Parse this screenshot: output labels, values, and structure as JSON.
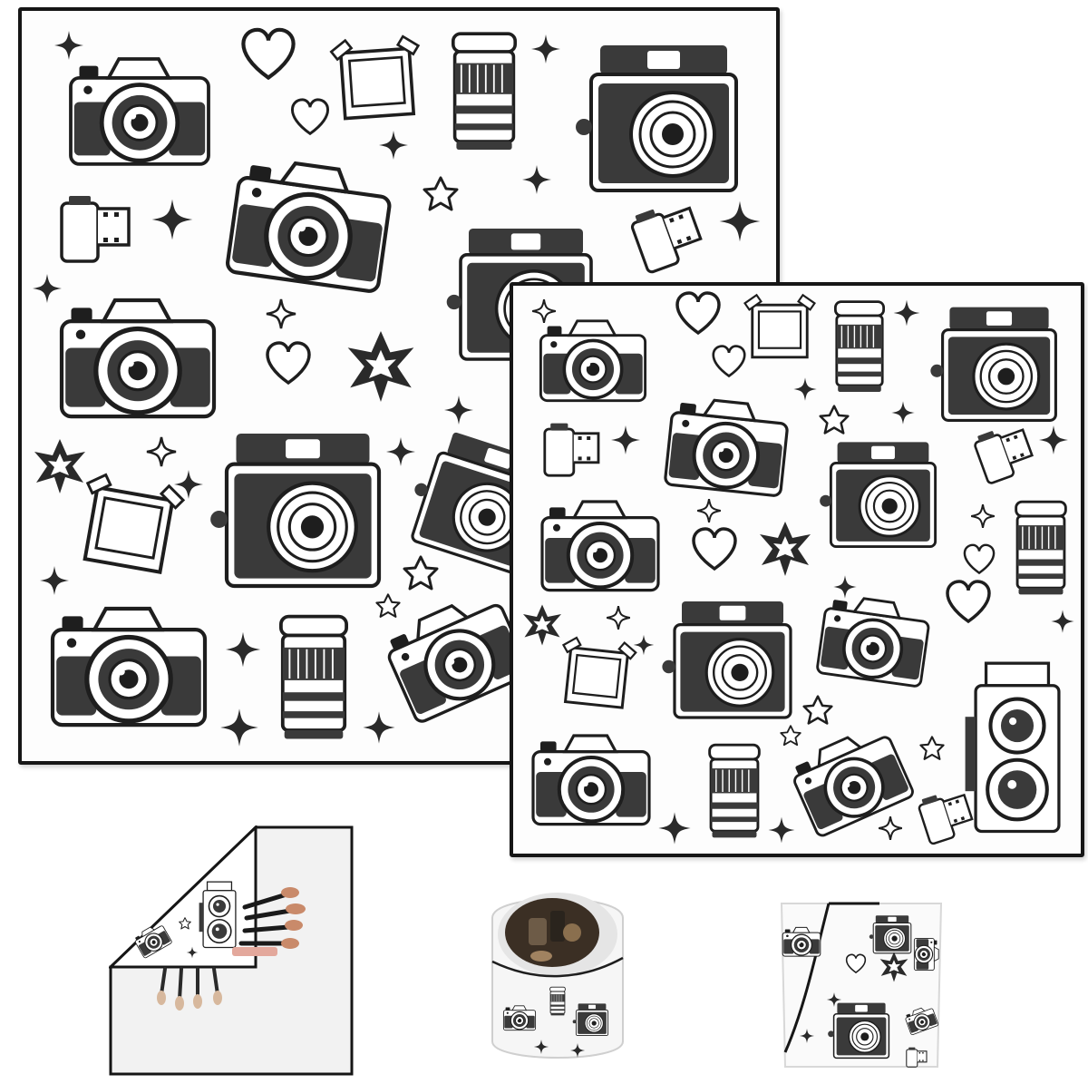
{
  "product": {
    "pattern": "camera-doodle",
    "colors": {
      "ink": "#3a3a3a",
      "outline": "#161616",
      "fabric": "#fdfdfd",
      "backing": "#efefef"
    },
    "icons": [
      "dslr-camera-icon",
      "instant-camera-icon",
      "film-roll-icon",
      "lens-icon",
      "photo-frame-icon",
      "heart-icon",
      "sparkle-icon",
      "star-icon",
      "twin-lens-camera-icon"
    ],
    "views": [
      "large-cloth",
      "small-cloth",
      "folded-cloth",
      "drawstring-pouch",
      "wrap"
    ]
  }
}
